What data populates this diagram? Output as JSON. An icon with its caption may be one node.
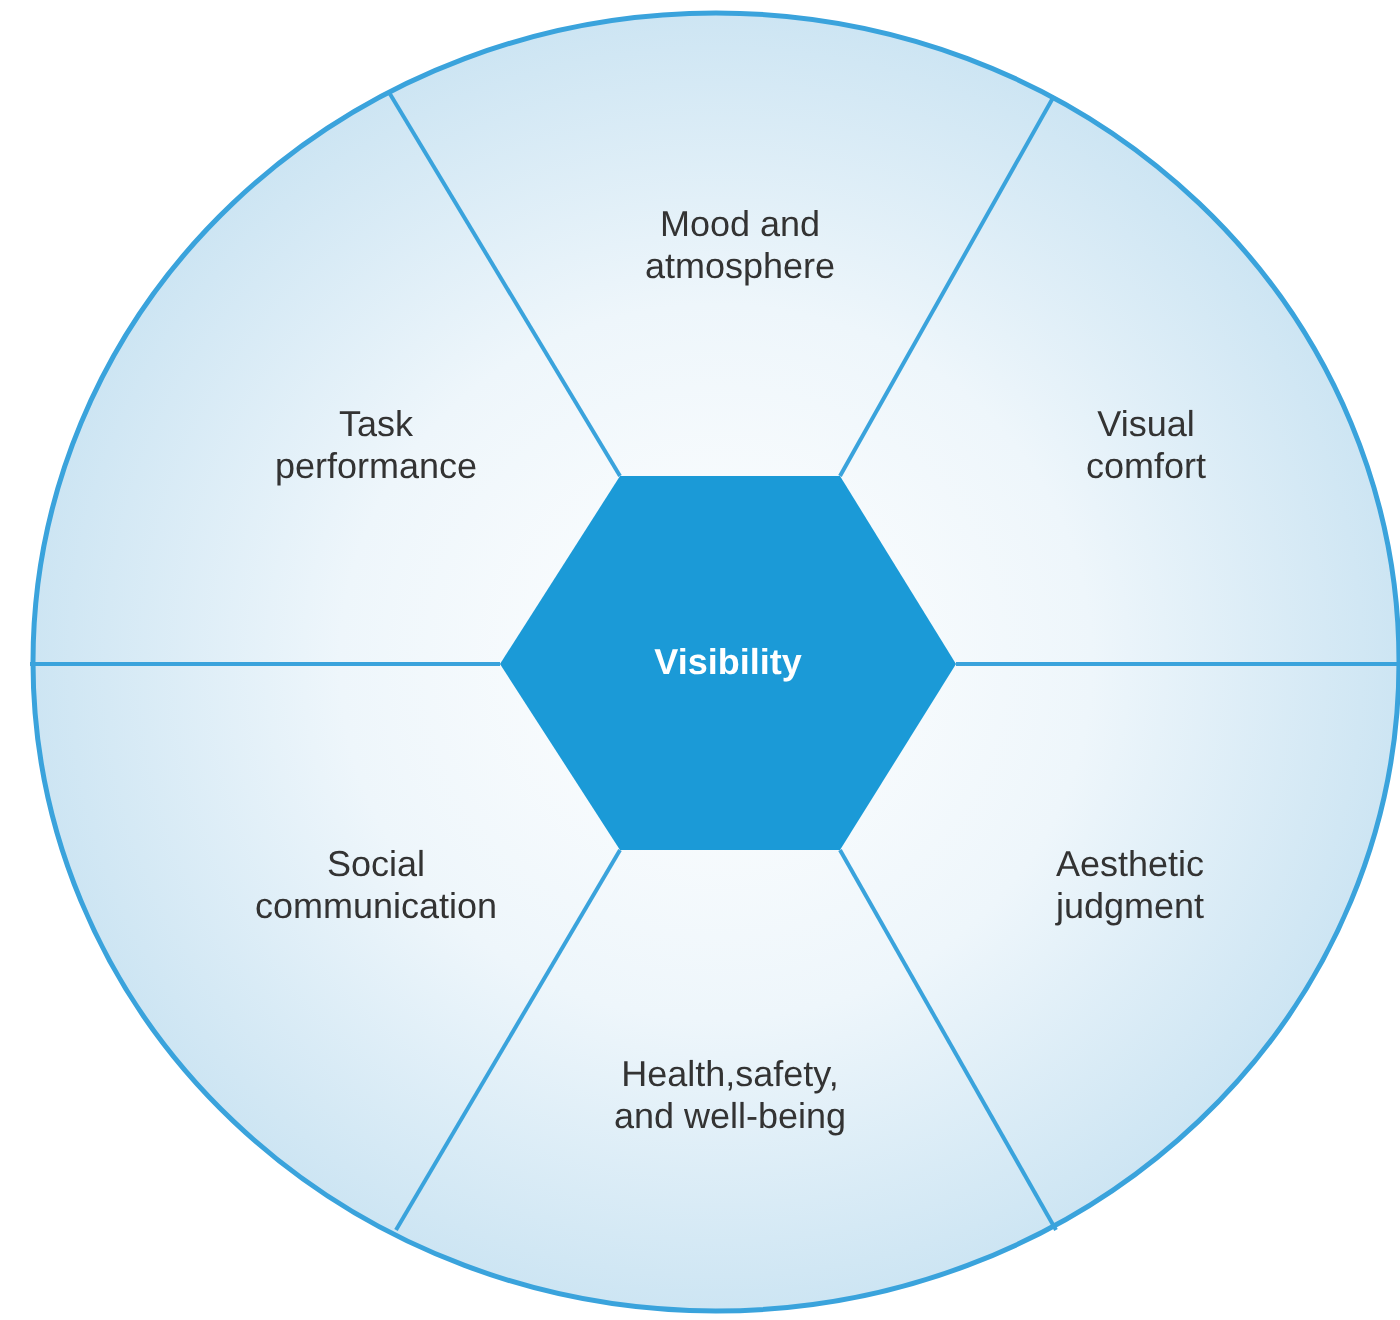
{
  "diagram": {
    "nodes": [
      {
        "text": [],
        "shape": "circle"
      },
      {
        "text": [
          "Mood and atmosphere"
        ],
        "in": 0
      },
      {
        "text": [
          "Task performance"
        ],
        "in": 0
      },
      {
        "text": [
          "Visual comfort"
        ],
        "in": 0
      },
      {
        "text": [
          "Visibility"
        ],
        "in": 0
      },
      {
        "text": [
          "Social communication"
        ],
        "in": 0
      },
      {
        "text": [
          "Aesthetic judgment"
        ],
        "in": 0
      },
      {
        "text": [
          "Health,safety, and well-being"
        ],
        "in": 0
      }
    ],
    "edges": []
  }
}
